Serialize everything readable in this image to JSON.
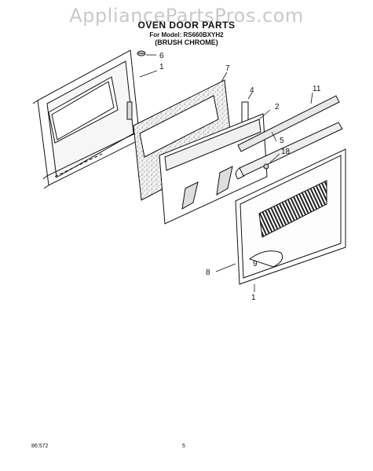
{
  "watermark": "AppliancePartsPros.com",
  "header": {
    "title": "OVEN DOOR PARTS",
    "model_line": "For Model: RS660BXYH2",
    "finish_line": "(BRUSH CHROME)"
  },
  "callouts": {
    "c1": "1",
    "c2": "2",
    "c4": "4",
    "c5": "5",
    "c6": "6",
    "c7": "7",
    "c8": "8",
    "c9": "9",
    "c11": "11",
    "c18": "18",
    "c1b": "1"
  },
  "footer": {
    "doc_code": "86:572",
    "page_number": "5"
  }
}
